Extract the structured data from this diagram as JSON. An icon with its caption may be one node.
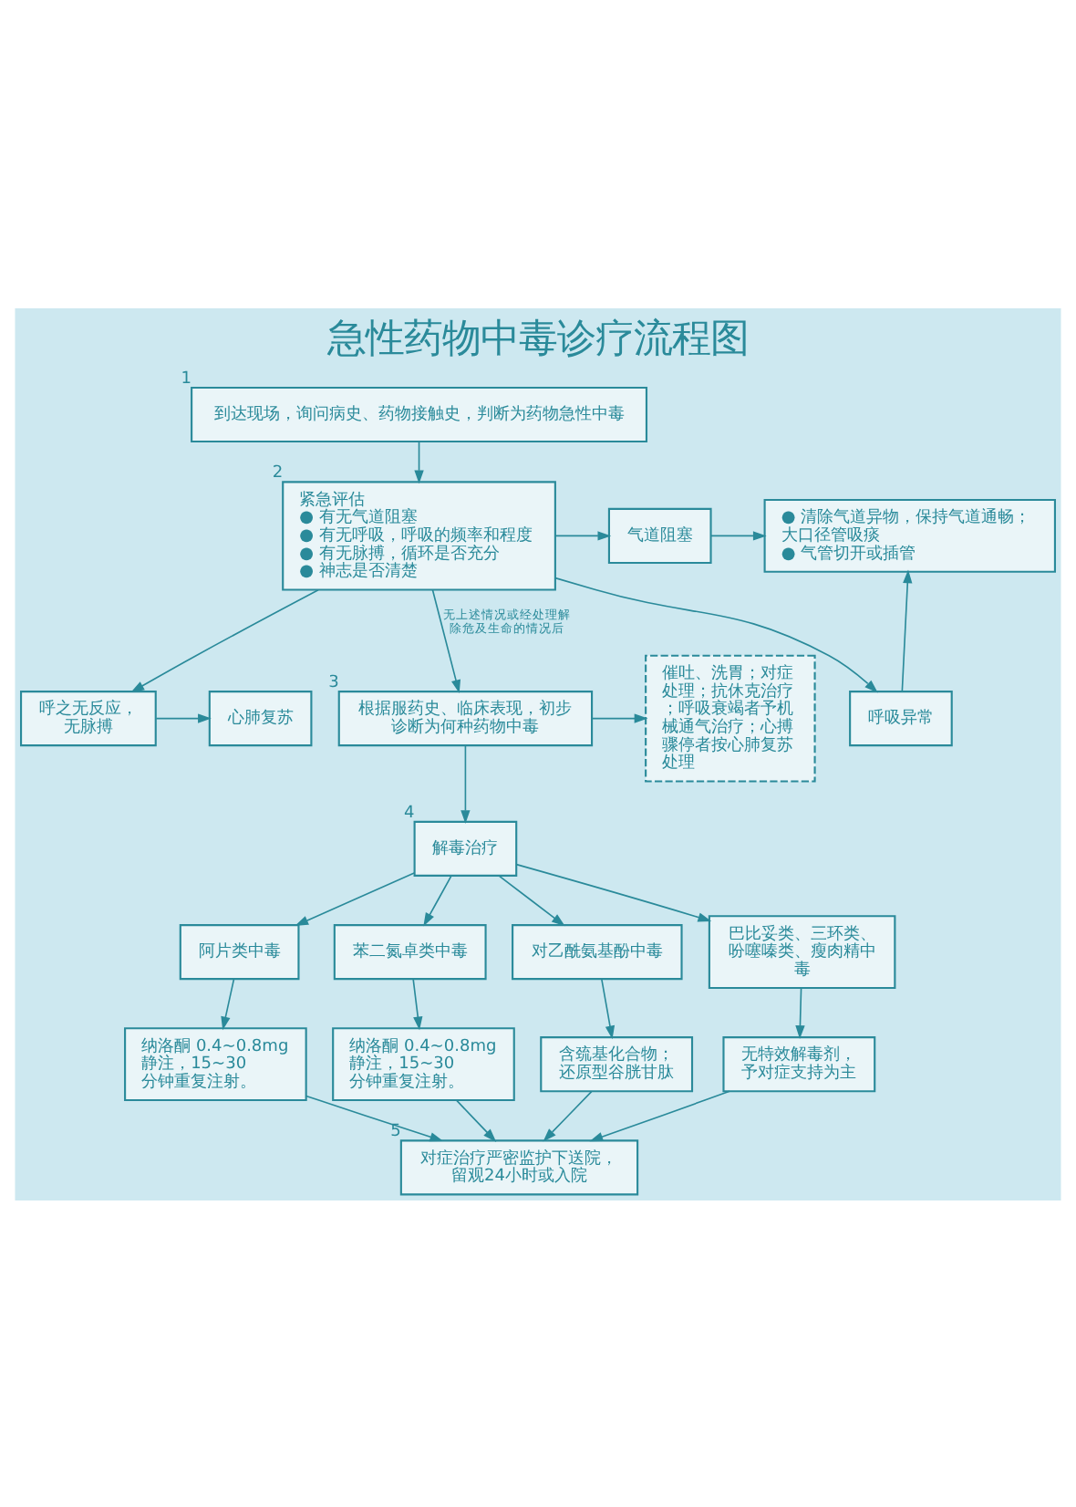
{
  "diagram": {
    "title": "急性药物中毒诊疗流程图",
    "nodes": [
      {
        "text": [
          "到达现场，询问病史、药物接触史，判断为药物急性中毒"
        ],
        "beside": [
          "1"
        ]
      },
      {
        "text": [
          "紧急评估",
          "● 有无气道阻塞",
          "● 有无呼吸，呼吸的频率和程度",
          "● 有无脉搏，循环是否充分",
          "● 神志是否清楚"
        ],
        "beside": [
          "2"
        ]
      },
      {
        "text": [
          "气道阻塞"
        ]
      },
      {
        "text": [
          "呼吸异常"
        ]
      },
      {
        "text": [
          "呼之无反应，无脉搏"
        ]
      },
      {
        "text": [
          "● 清除气道异物，保持气道通畅；大口径管吸痰",
          "● 气管切开或插管"
        ]
      },
      {
        "text": [
          "心肺复苏"
        ]
      },
      {
        "text": [
          "根据服药史、临床表现，初步诊断为何种药物中毒"
        ],
        "beside": [
          "3"
        ]
      },
      {
        "text": [
          "催吐、洗胃；对症处理；抗休克治疗；呼吸衰竭者予机械通气治疗；心搏骤停者按心肺复苏处理"
        ]
      },
      {
        "text": [
          "解毒治疗"
        ],
        "beside": [
          "4"
        ]
      },
      {
        "text": [
          "阿片类中毒"
        ]
      },
      {
        "text": [
          "苯二氮卓类中毒"
        ]
      },
      {
        "text": [
          "对乙酰氨基酚中毒"
        ]
      },
      {
        "text": [
          "巴比妥类、三环类、吩噻嗪类、瘦肉精中毒"
        ]
      },
      {
        "text": [
          "纳洛酮 0.4~0.8mg 静注，15~30 分钟重复注射。"
        ]
      },
      {
        "text": [
          "纳洛酮 0.4~0.8mg 静注，15~30 分钟重复注射。"
        ]
      },
      {
        "text": [
          "含巯基化合物；还原型谷胱甘肽"
        ]
      },
      {
        "text": [
          "无特效解毒剂，予对症支持为主"
        ]
      },
      {
        "text": [
          "对症治疗严密监护下送院，留观24小时或入院"
        ],
        "beside": [
          "5"
        ]
      }
    ],
    "edges": [
      {
        "from": 0,
        "to": 1,
        "arrow": "to"
      },
      {
        "from": 1,
        "to": 2,
        "arrow": "to"
      },
      {
        "from": 1,
        "to": 3,
        "arrow": "to"
      },
      {
        "from": 1,
        "to": 4,
        "arrow": "to"
      },
      {
        "from": 2,
        "to": 5,
        "arrow": "to"
      },
      {
        "from": 3,
        "to": 5,
        "arrow": "to"
      },
      {
        "from": 4,
        "to": 6,
        "arrow": "to"
      },
      {
        "from": 1,
        "to": 7,
        "arrow": "to",
        "label": "无上述情况或经处理解除危及生命的情况后"
      },
      {
        "from": 7,
        "to": 8,
        "arrow": "to"
      },
      {
        "from": 7,
        "to": 9,
        "arrow": "to"
      },
      {
        "from": 9,
        "to": 10,
        "arrow": "to"
      },
      {
        "from": 9,
        "to": 11,
        "arrow": "to"
      },
      {
        "from": 9,
        "to": 12,
        "arrow": "to"
      },
      {
        "from": 9,
        "to": 13,
        "arrow": "to"
      },
      {
        "from": 10,
        "to": 14,
        "arrow": "to"
      },
      {
        "from": 11,
        "to": 15,
        "arrow": "to"
      },
      {
        "from": 12,
        "to": 16,
        "arrow": "to"
      },
      {
        "from": 13,
        "to": 17,
        "arrow": "to"
      },
      {
        "from": 14,
        "to": 18,
        "arrow": "to"
      },
      {
        "from": 15,
        "to": 18,
        "arrow": "to"
      },
      {
        "from": 16,
        "to": 18,
        "arrow": "to"
      },
      {
        "from": 17,
        "to": 18,
        "arrow": "to"
      }
    ]
  }
}
